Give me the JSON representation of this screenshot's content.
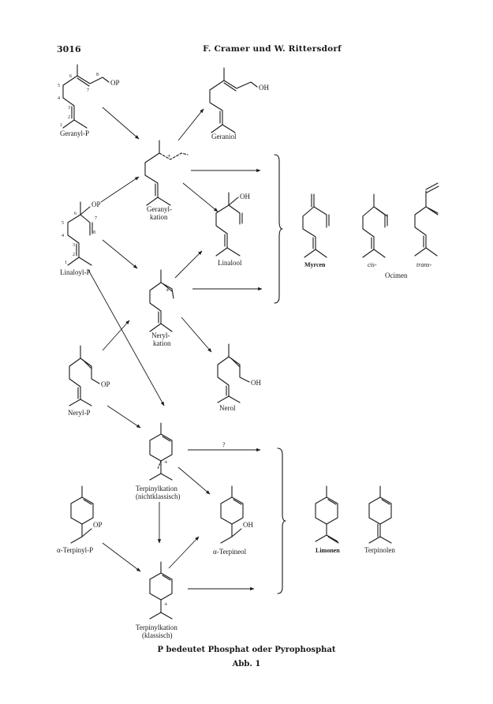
{
  "header": {
    "page_number": "3016",
    "running_head": "F. Cramer und W. Rittersdorf"
  },
  "labels": {
    "geranyl_p": "Geranyl-P",
    "op": "OP",
    "oh": "OH",
    "plus": "+",
    "geraniol": "Geraniol",
    "geranyl_kation_1": "Geranyl-",
    "geranyl_kation_2": "kation",
    "linaloyl_p": "Linaloyl-P",
    "linalool": "Linalool",
    "myrcen": "Myrcen",
    "cis": "cis-",
    "trans": "trans-",
    "ocimen": "Ocimen",
    "neryl_kation_1": "Neryl-",
    "neryl_kation_2": "kation",
    "neryl_p": "Neryl-P",
    "nerol": "Nerol",
    "question": "?",
    "terpinylkation_nk_1": "Terpinylkation",
    "terpinylkation_nk_2": "(nichtklassisch)",
    "alpha_terpinyl_p": "α-Terpinyl-P",
    "alpha_terpineol": "α-Terpineol",
    "limonen": "Limonen",
    "terpinolen": "Terpinolen",
    "terpinylkation_k_1": "Terpinylkation",
    "terpinylkation_k_2": "(klassisch)"
  },
  "atom_numbers": [
    "1",
    "2",
    "3",
    "4",
    "5",
    "6",
    "7",
    "8"
  ],
  "caption": {
    "legend": "P bedeutet Phosphat oder Pyrophosphat",
    "figure": "Abb. 1"
  }
}
